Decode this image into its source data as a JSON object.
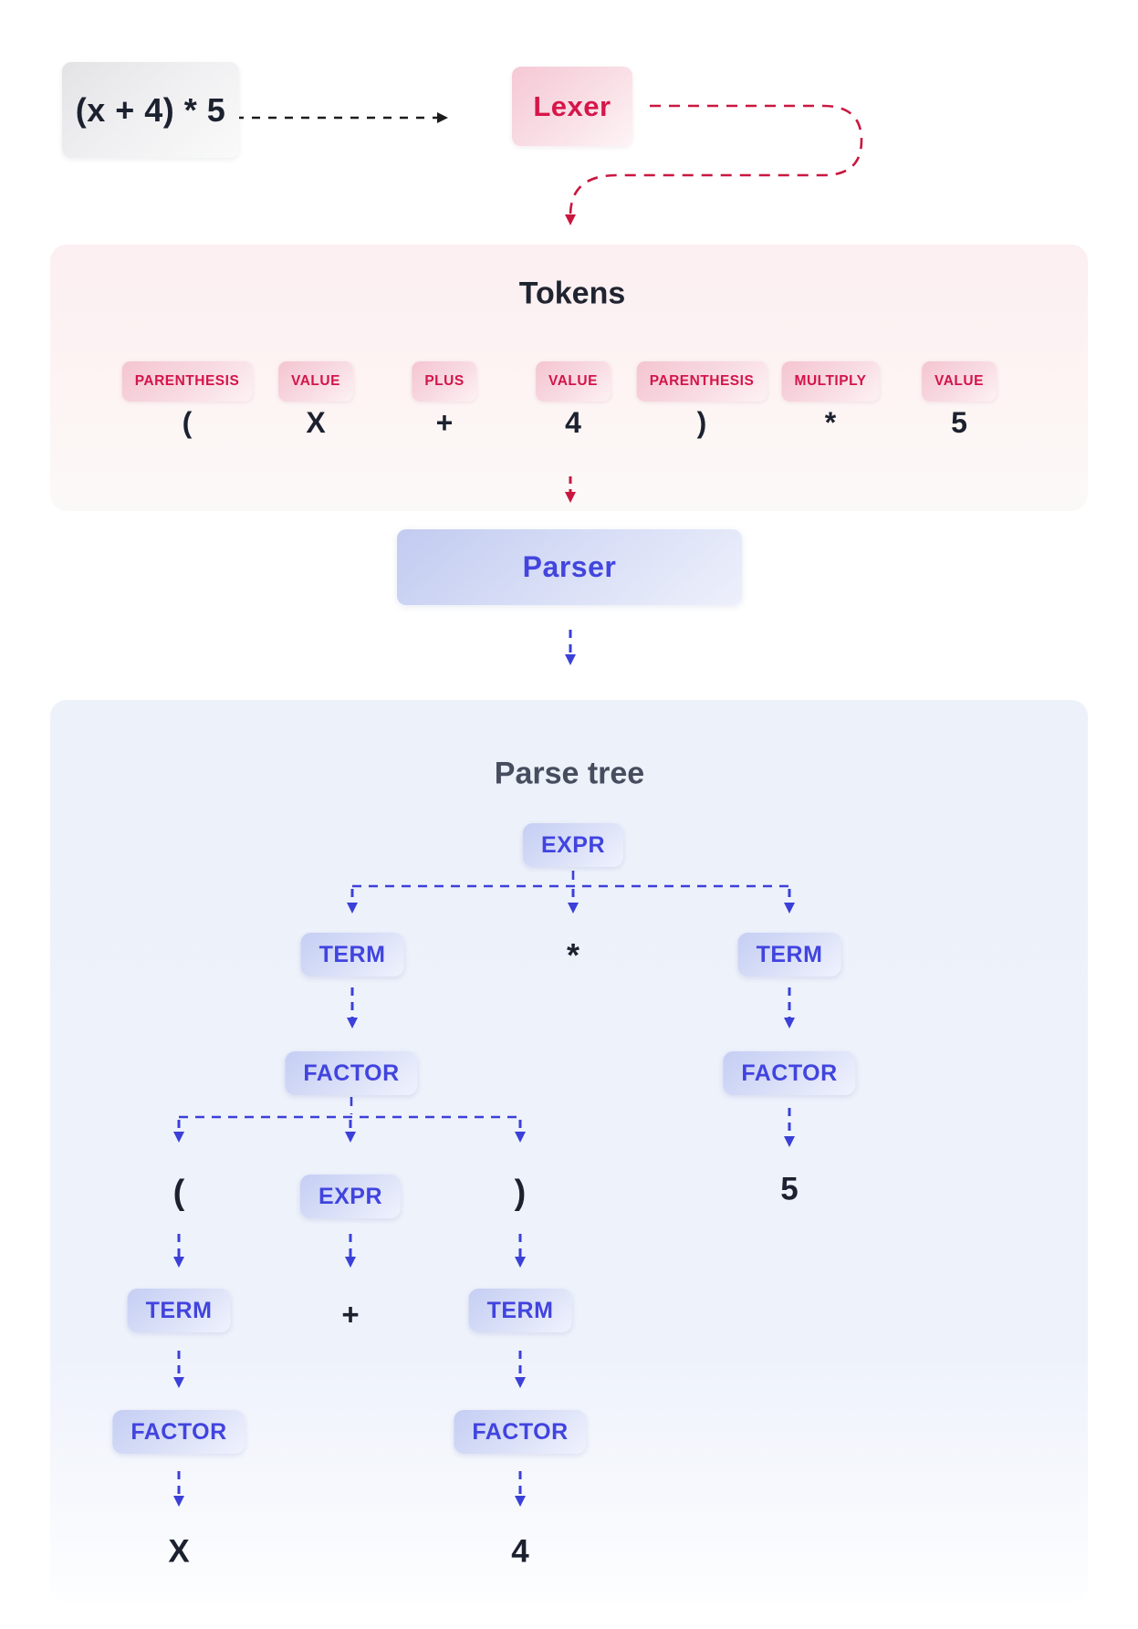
{
  "header": {
    "input_expression": "(x + 4) * 5",
    "lexer_label": "Lexer"
  },
  "tokens_panel": {
    "title": "Tokens",
    "tokens": [
      {
        "type": "PARENTHESIS",
        "symbol": "("
      },
      {
        "type": "VALUE",
        "symbol": "X"
      },
      {
        "type": "PLUS",
        "symbol": "+"
      },
      {
        "type": "VALUE",
        "symbol": "4"
      },
      {
        "type": "PARENTHESIS",
        "symbol": ")"
      },
      {
        "type": "MULTIPLY",
        "symbol": "*"
      },
      {
        "type": "VALUE",
        "symbol": "5"
      }
    ]
  },
  "parser": {
    "label": "Parser"
  },
  "parse_tree": {
    "title": "Parse tree",
    "nodes": {
      "root_expr": "EXPR",
      "left_term": "TERM",
      "mul_op": "*",
      "right_term": "TERM",
      "left_factor": "FACTOR",
      "right_factor": "FACTOR",
      "leaf_five": "5",
      "open_paren": "(",
      "inner_expr": "EXPR",
      "close_paren": ")",
      "inner_left_term": "TERM",
      "plus_op": "+",
      "inner_right_term": "TERM",
      "inner_left_factor": "FACTOR",
      "inner_right_factor": "FACTOR",
      "leaf_x": "X",
      "leaf_four": "4"
    }
  },
  "colors": {
    "crimson_accent": "#d6164a",
    "red_arrow": "#c9173f",
    "blue_accent": "#4345de",
    "blue_arrow": "#3b40d8",
    "navy_text": "#1c2130",
    "pink_panel": "#fceff2",
    "blue_panel": "#edf1fa"
  }
}
